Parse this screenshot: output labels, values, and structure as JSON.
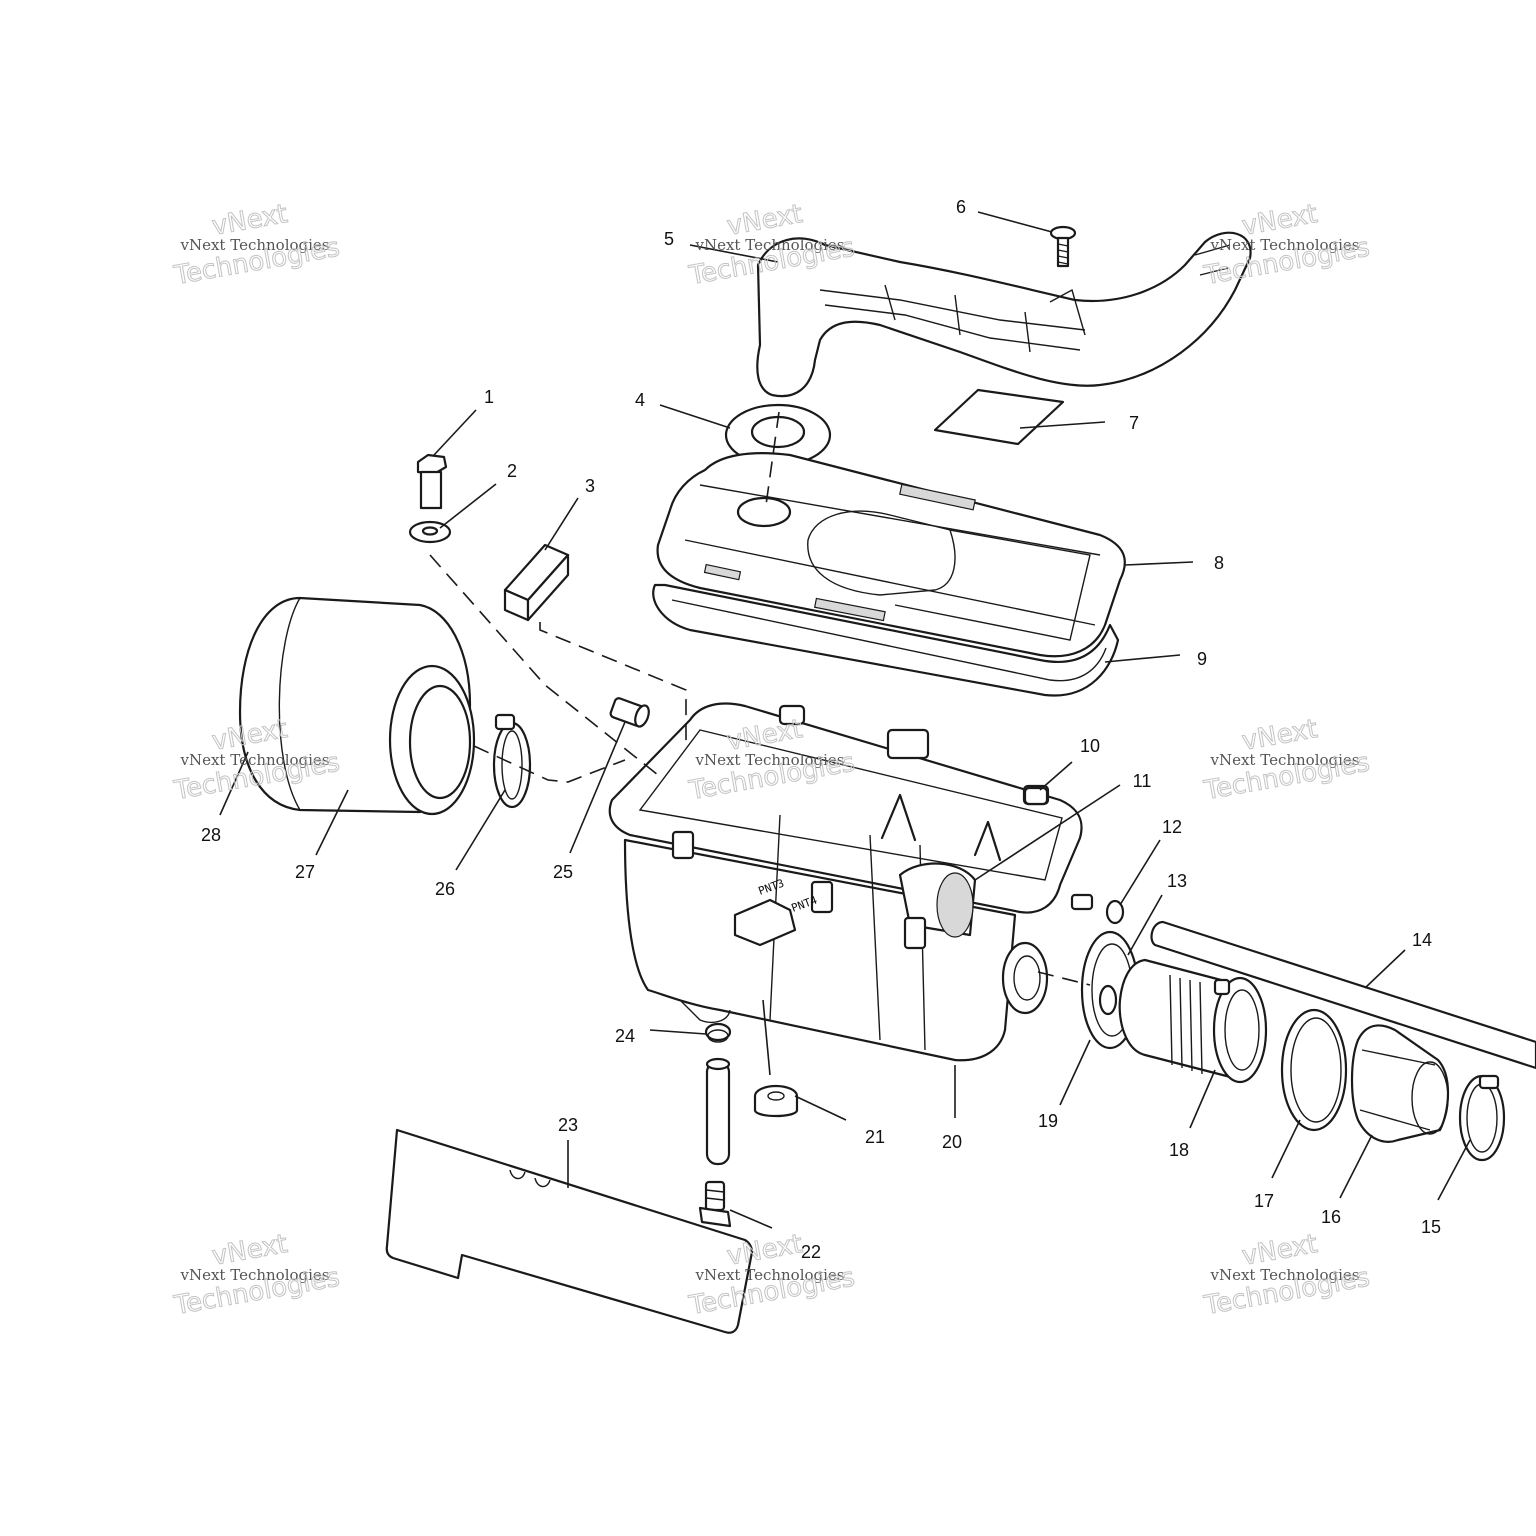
{
  "diagram": {
    "callouts": [
      "1",
      "2",
      "3",
      "4",
      "5",
      "6",
      "7",
      "8",
      "9",
      "10",
      "11",
      "12",
      "13",
      "14",
      "15",
      "16",
      "17",
      "18",
      "19",
      "20",
      "21",
      "22",
      "23",
      "24",
      "25",
      "26",
      "27",
      "28"
    ],
    "stamps": [
      "PNT3",
      "PNT4"
    ]
  },
  "watermark": {
    "line_small": "vNext Technologies",
    "line_big_1": "vNext",
    "line_big_2": "Technologies"
  }
}
